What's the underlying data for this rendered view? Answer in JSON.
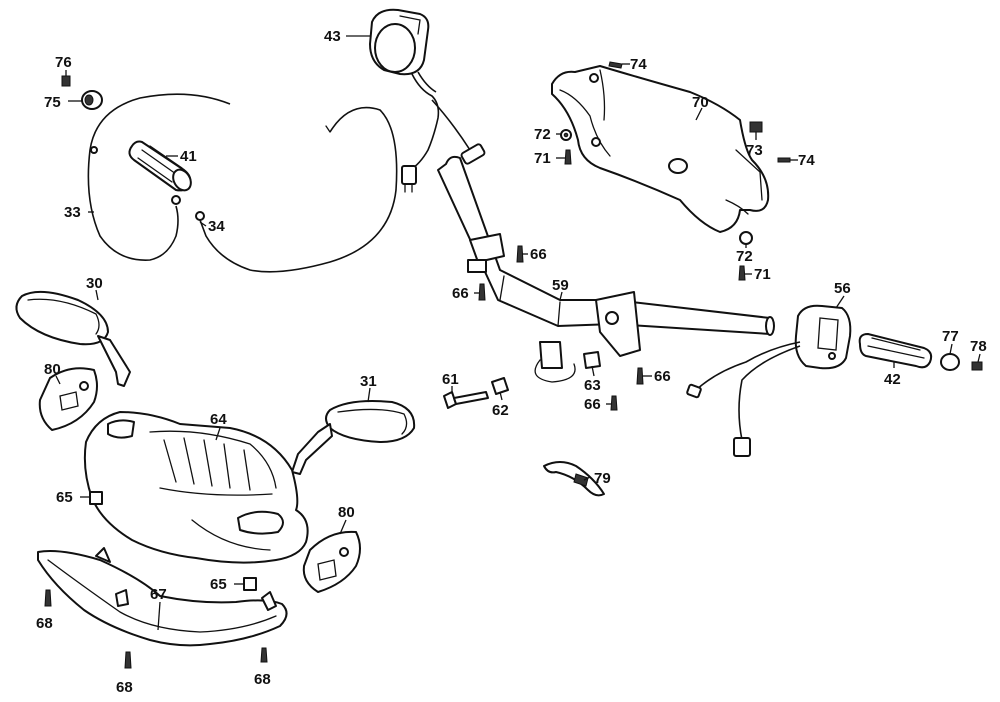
{
  "labels": {
    "l43": "43",
    "l74a": "74",
    "l76": "76",
    "l75": "75",
    "l70": "70",
    "l72a": "72",
    "l41": "41",
    "l73": "73",
    "l71a": "71",
    "l74b": "74",
    "l33": "33",
    "l34": "34",
    "l66a": "66",
    "l72b": "72",
    "l71b": "71",
    "l30": "30",
    "l66b": "66",
    "l59": "59",
    "l56": "56",
    "l77": "77",
    "l78": "78",
    "l80a": "80",
    "l61": "61",
    "l63": "63",
    "l66c": "66",
    "l42": "42",
    "l31": "31",
    "l62": "62",
    "l66d": "66",
    "l64": "64",
    "l79": "79",
    "l65a": "65",
    "l80b": "80",
    "l65b": "65",
    "l67": "67",
    "l68a": "68",
    "l68b": "68",
    "l68c": "68"
  }
}
